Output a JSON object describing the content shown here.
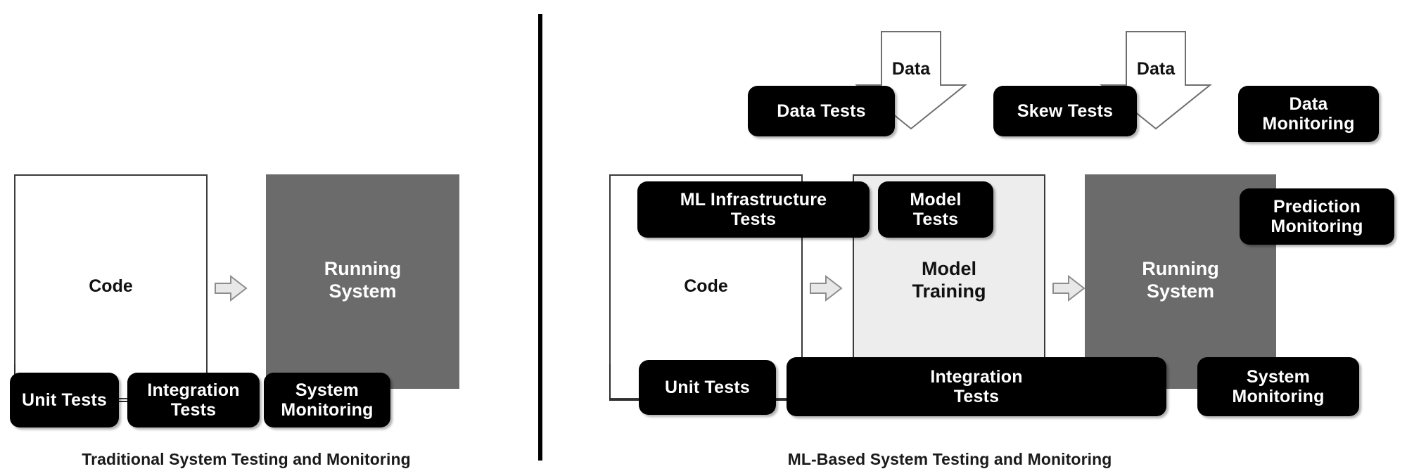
{
  "figure": {
    "panels": [
      {
        "id": "traditional",
        "caption": "Traditional System Testing and Monitoring",
        "stages": [
          {
            "id": "code",
            "label": "Code",
            "fill": "white"
          },
          {
            "id": "running-system",
            "label": "Running\nSystem",
            "fill": "dark-gray"
          }
        ],
        "flow_arrows": [
          {
            "id": "code-to-running",
            "direction": "right",
            "glyph": "⇨"
          }
        ],
        "test_pills": [
          {
            "id": "unit-tests",
            "label": "Unit Tests"
          },
          {
            "id": "integration-tests",
            "label": "Integration\nTests"
          },
          {
            "id": "system-monitoring",
            "label": "System\nMonitoring"
          }
        ]
      },
      {
        "id": "ml-based",
        "caption": "ML-Based System Testing and Monitoring",
        "stages": [
          {
            "id": "code",
            "label": "Code",
            "fill": "white"
          },
          {
            "id": "model-training",
            "label": "Model\nTraining",
            "fill": "light-gray"
          },
          {
            "id": "running-system",
            "label": "Running\nSystem",
            "fill": "dark-gray"
          }
        ],
        "flow_arrows": [
          {
            "id": "code-to-model-training",
            "direction": "right",
            "glyph": "⇨"
          },
          {
            "id": "model-training-to-running",
            "direction": "right",
            "glyph": "⇨"
          }
        ],
        "data_arrows": [
          {
            "id": "data-arrow-left",
            "label": "Data",
            "direction": "down"
          },
          {
            "id": "data-arrow-right",
            "label": "Data",
            "direction": "down"
          }
        ],
        "test_pills": [
          {
            "id": "data-tests",
            "label": "Data Tests"
          },
          {
            "id": "skew-tests",
            "label": "Skew Tests"
          },
          {
            "id": "data-monitoring",
            "label": "Data\nMonitoring"
          },
          {
            "id": "ml-infrastructure-tests",
            "label": "ML Infrastructure\nTests"
          },
          {
            "id": "model-tests",
            "label": "Model\nTests"
          },
          {
            "id": "prediction-monitoring",
            "label": "Prediction\nMonitoring"
          },
          {
            "id": "unit-tests",
            "label": "Unit Tests"
          },
          {
            "id": "integration-tests",
            "label": "Integration\nTests"
          },
          {
            "id": "system-monitoring",
            "label": "System\nMonitoring"
          }
        ]
      }
    ],
    "colors": {
      "pill_fill": "#000000",
      "pill_text": "#ffffff",
      "running_system_fill": "#6b6b6b",
      "model_training_fill": "#ededed",
      "outline": "#3a3a3a",
      "divider": "#000000",
      "canvas": "#ffffff"
    }
  }
}
